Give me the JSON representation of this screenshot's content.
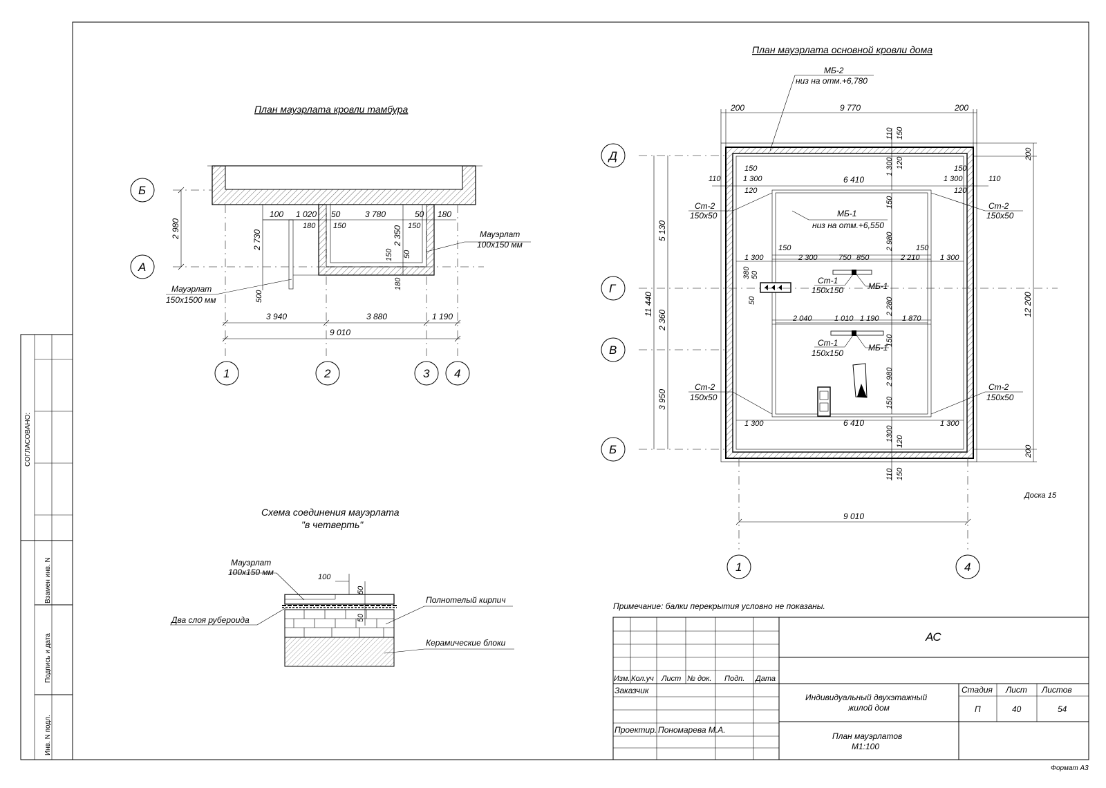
{
  "titles": {
    "main_plan": "План мауэрлата основной кровли дома",
    "vestibule_plan": "План мауэрлата кровли тамбура",
    "joint_scheme_line1": "Схема соединения мауэрлата",
    "joint_scheme_line2": "\"в четверть\""
  },
  "note": "Примечание: балки перекрытия условно не показаны.",
  "vestibule": {
    "axes": {
      "b": "Б",
      "a": "А",
      "n1": "1",
      "n2": "2",
      "n3": "3",
      "n4": "4"
    },
    "dims": {
      "h2980": "2 980",
      "v2730": "2 730",
      "v500": "500",
      "v2350": "2 350",
      "v150": "150",
      "v50": "50",
      "v180": "180",
      "d100": "100",
      "d1020": "1 020",
      "d180a": "180",
      "d50a": "50",
      "d150a": "150",
      "d3780": "3 780",
      "d50b": "50",
      "d150b": "150",
      "d180b": "180",
      "b3940": "3 940",
      "b3880": "3 880",
      "b1190": "1 190",
      "b9010": "9 010"
    },
    "labels": {
      "mauer_right_1": "Мауэрлат",
      "mauer_right_2": "100х150 мм",
      "mauer_left_1": "Мауэрлат",
      "mauer_left_2": "150х1500 мм"
    }
  },
  "joint": {
    "mauer_1": "Мауэрлат",
    "mauer_2": "100х150 мм",
    "d100": "100",
    "d50a": "50",
    "d50b": "50",
    "ruberoid": "Два слоя рубероида",
    "brick": "Полнотелый кирпич",
    "ceramic": "Керамические блоки"
  },
  "main": {
    "axes": {
      "d": "Д",
      "g": "Г",
      "v": "В",
      "b": "Б",
      "n1": "1",
      "n4": "4"
    },
    "mb2_1": "МБ-2",
    "mb2_2": "низ на отм.+6,780",
    "mb1_1": "МБ-1",
    "mb1_2": "низ на отм.+6,550",
    "st2": "Ст-2",
    "st2_size": "150х50",
    "st1": "Ст-1",
    "st1_size": "150х150",
    "mb1_short": "МБ-1",
    "board": "Доска 15",
    "dims": {
      "t200a": "200",
      "t9770": "9 770",
      "t200b": "200",
      "v110a": "110",
      "v150a": "150",
      "v1300a": "1 300",
      "v120a": "120",
      "r200a": "200",
      "r12200": "12 200",
      "r200b": "200",
      "l11440": "11 440",
      "l5130": "5 130",
      "l2360": "2 360",
      "l3950": "3 950",
      "row1_110": "110",
      "row1_150": "150",
      "row1_1300": "1 300",
      "row1_120": "120",
      "row1_6410": "6 410",
      "row1_1300b": "1 300",
      "row1_150b": "150",
      "row1_120b": "120",
      "row1_110b": "110",
      "c150": "150",
      "c2980a": "2 980",
      "c2280": "2 280",
      "c150b": "150",
      "c2980b": "2 980",
      "c150c": "150",
      "row2_1300": "1 300",
      "row2_150": "150",
      "row2_2300": "2 300",
      "row2_750": "750",
      "row2_850": "850",
      "row2_150b": "150",
      "row2_2210": "2 210",
      "row2_1300b": "1 300",
      "row3_2040": "2 040",
      "row3_1010": "1 010",
      "row3_1190": "1 190",
      "row3_1870": "1 870",
      "g380": "380",
      "g50": "50",
      "g50b": "50",
      "row4_1300": "1 300",
      "row4_6410": "6 410",
      "row4_1300b": "1 300",
      "b1300": "1300",
      "b120": "120",
      "b110": "110",
      "b150": "150",
      "bot9010": "9 010"
    }
  },
  "side_stamp": {
    "agreed": "СОГЛАСОВАНО:",
    "replace": "Взамен инв. N",
    "sign_date": "Подпись и дата",
    "inv": "Инв. N подл."
  },
  "title_block": {
    "code": "АС",
    "cols": {
      "izm": "Изм.",
      "kol": "Кол.уч",
      "list": "Лист",
      "doc": "№ док.",
      "sign": "Подп.",
      "date": "Дата"
    },
    "customer_label": "Заказчик",
    "designer_label": "Проектир.",
    "designer_name": "Пономарева М.А.",
    "object_1": "Индивидуальный двухэтажный",
    "object_2": "жилой дом",
    "sheet_title_1": "План мауэрлатов",
    "sheet_title_2": "М1:100",
    "stage_h": "Стадия",
    "sheet_h": "Лист",
    "sheets_h": "Листов",
    "stage": "П",
    "sheet": "40",
    "sheets": "54"
  },
  "format": "Формат А3"
}
